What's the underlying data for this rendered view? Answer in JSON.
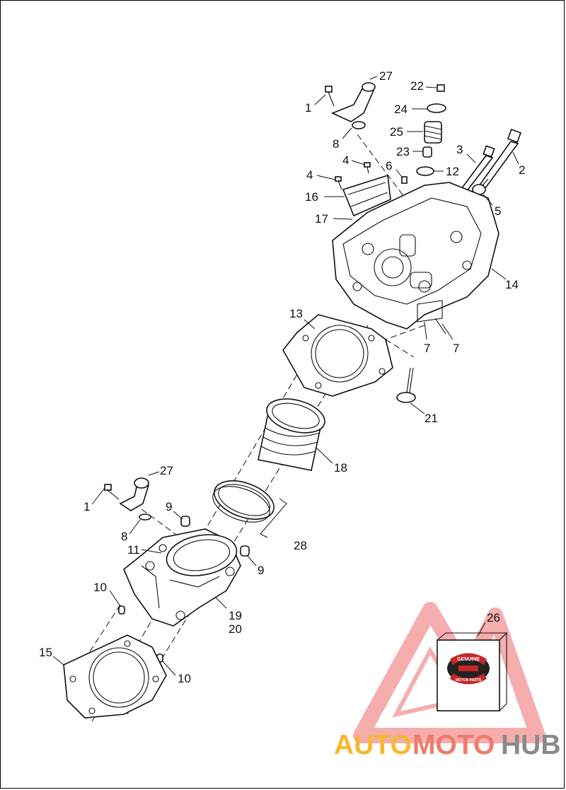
{
  "callouts": [
    {
      "id": "c27a",
      "text": "27"
    },
    {
      "id": "c1a",
      "text": "1"
    },
    {
      "id": "c8a",
      "text": "8"
    },
    {
      "id": "c4a",
      "text": "4"
    },
    {
      "id": "c4b",
      "text": "4"
    },
    {
      "id": "c16",
      "text": "16"
    },
    {
      "id": "c17",
      "text": "17"
    },
    {
      "id": "c22",
      "text": "22"
    },
    {
      "id": "c24",
      "text": "24"
    },
    {
      "id": "c25",
      "text": "25"
    },
    {
      "id": "c23",
      "text": "23"
    },
    {
      "id": "c12",
      "text": "12"
    },
    {
      "id": "c6",
      "text": "6"
    },
    {
      "id": "c3",
      "text": "3"
    },
    {
      "id": "c2",
      "text": "2"
    },
    {
      "id": "c5",
      "text": "5"
    },
    {
      "id": "c14",
      "text": "14"
    },
    {
      "id": "c7a",
      "text": "7"
    },
    {
      "id": "c7b",
      "text": "7"
    },
    {
      "id": "c13",
      "text": "13"
    },
    {
      "id": "c21",
      "text": "21"
    },
    {
      "id": "c18",
      "text": "18"
    },
    {
      "id": "c27b",
      "text": "27"
    },
    {
      "id": "c1b",
      "text": "1"
    },
    {
      "id": "c9a",
      "text": "9"
    },
    {
      "id": "c8b",
      "text": "8"
    },
    {
      "id": "c11",
      "text": "11"
    },
    {
      "id": "c28",
      "text": "28"
    },
    {
      "id": "c9b",
      "text": "9"
    },
    {
      "id": "c10a",
      "text": "10"
    },
    {
      "id": "c19",
      "text": "19"
    },
    {
      "id": "c20",
      "text": "20"
    },
    {
      "id": "c15",
      "text": "15"
    },
    {
      "id": "c10b",
      "text": "10"
    },
    {
      "id": "c26",
      "text": "26"
    }
  ],
  "watermark": {
    "parts": [
      "AUTO",
      "MOTO",
      "HUB"
    ],
    "colors": [
      "#f5b830",
      "#ee7b6a",
      "#8a8a8a"
    ]
  },
  "genuine_badge": {
    "top_text": "GENUINE",
    "bottom_text": "MOTOR PARTS",
    "colors": {
      "red": "#c62828",
      "dark": "#222222"
    }
  }
}
